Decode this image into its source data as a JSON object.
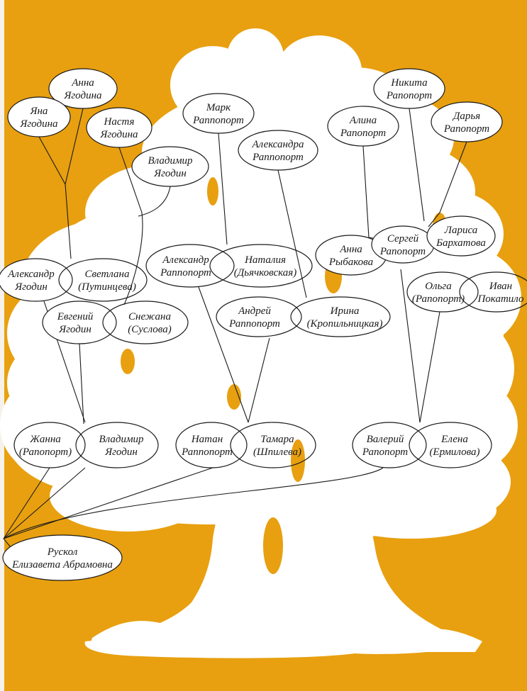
{
  "colors": {
    "background": "#e8a010",
    "tree": "#ffffff",
    "ink": "#1a1a1a"
  },
  "people": {
    "anna_yagodina": [
      "Анна",
      "Ягодина"
    ],
    "yana_yagodina": [
      "Яна",
      "Ягодина"
    ],
    "nastya_yagodina": [
      "Настя",
      "Ягодина"
    ],
    "vladimir_yagodin_young": [
      "Владимир",
      "Ягодин"
    ],
    "mark_rappoport": [
      "Марк",
      "Раппопорт"
    ],
    "aleksandra_rappoport": [
      "Александра",
      "Раппопорт"
    ],
    "nikita_rapoport": [
      "Никита",
      "Рапопорт"
    ],
    "alina_rapoport": [
      "Алина",
      "Рапопорт"
    ],
    "darya_rapoport": [
      "Дарья",
      "Рапопорт"
    ],
    "anna_rybakova": [
      "Анна",
      "Рыбакова"
    ],
    "sergey_rapoport": [
      "Сергей",
      "Рапопорт"
    ],
    "larisa_barkhatova": [
      "Лариса",
      "Бархатова"
    ],
    "aleksandr_yagodin": [
      "Александр",
      "Ягодин"
    ],
    "svetlana_putintseva": [
      "Светлана",
      "(Путинцева)"
    ],
    "aleksandr_rappoport": [
      "Александр",
      "Раппопорт"
    ],
    "nataliya_dyachkovskaya": [
      "Наталия",
      "(Дьячковская)"
    ],
    "olga_rapoport": [
      "Ольга",
      "(Рапопорт)"
    ],
    "ivan_pokatilo": [
      "Иван",
      "Покатило"
    ],
    "evgeniy_yagodin": [
      "Евгений",
      "Ягодин"
    ],
    "snezhana_suslova": [
      "Снежана",
      "(Суслова)"
    ],
    "andrey_rappoport": [
      "Андрей",
      "Раппопорт"
    ],
    "irina_kropilnitskaya": [
      "Ирина",
      "(Кропильницкая)"
    ],
    "zhanna_rapoport": [
      "Жанна",
      "(Рапопорт)"
    ],
    "vladimir_yagodin": [
      "Владимир",
      "Ягодин"
    ],
    "natan_rappoport": [
      "Натан",
      "Раппопорт"
    ],
    "tamara_shpileva": [
      "Тамара",
      "(Шпилева)"
    ],
    "valeriy_rapoport": [
      "Валерий",
      "Рапопорт"
    ],
    "elena_ermilova": [
      "Елена",
      "(Ермилова)"
    ],
    "ruskol_elizaveta": [
      "Рускол",
      "Елизавета Абрамовна"
    ]
  }
}
